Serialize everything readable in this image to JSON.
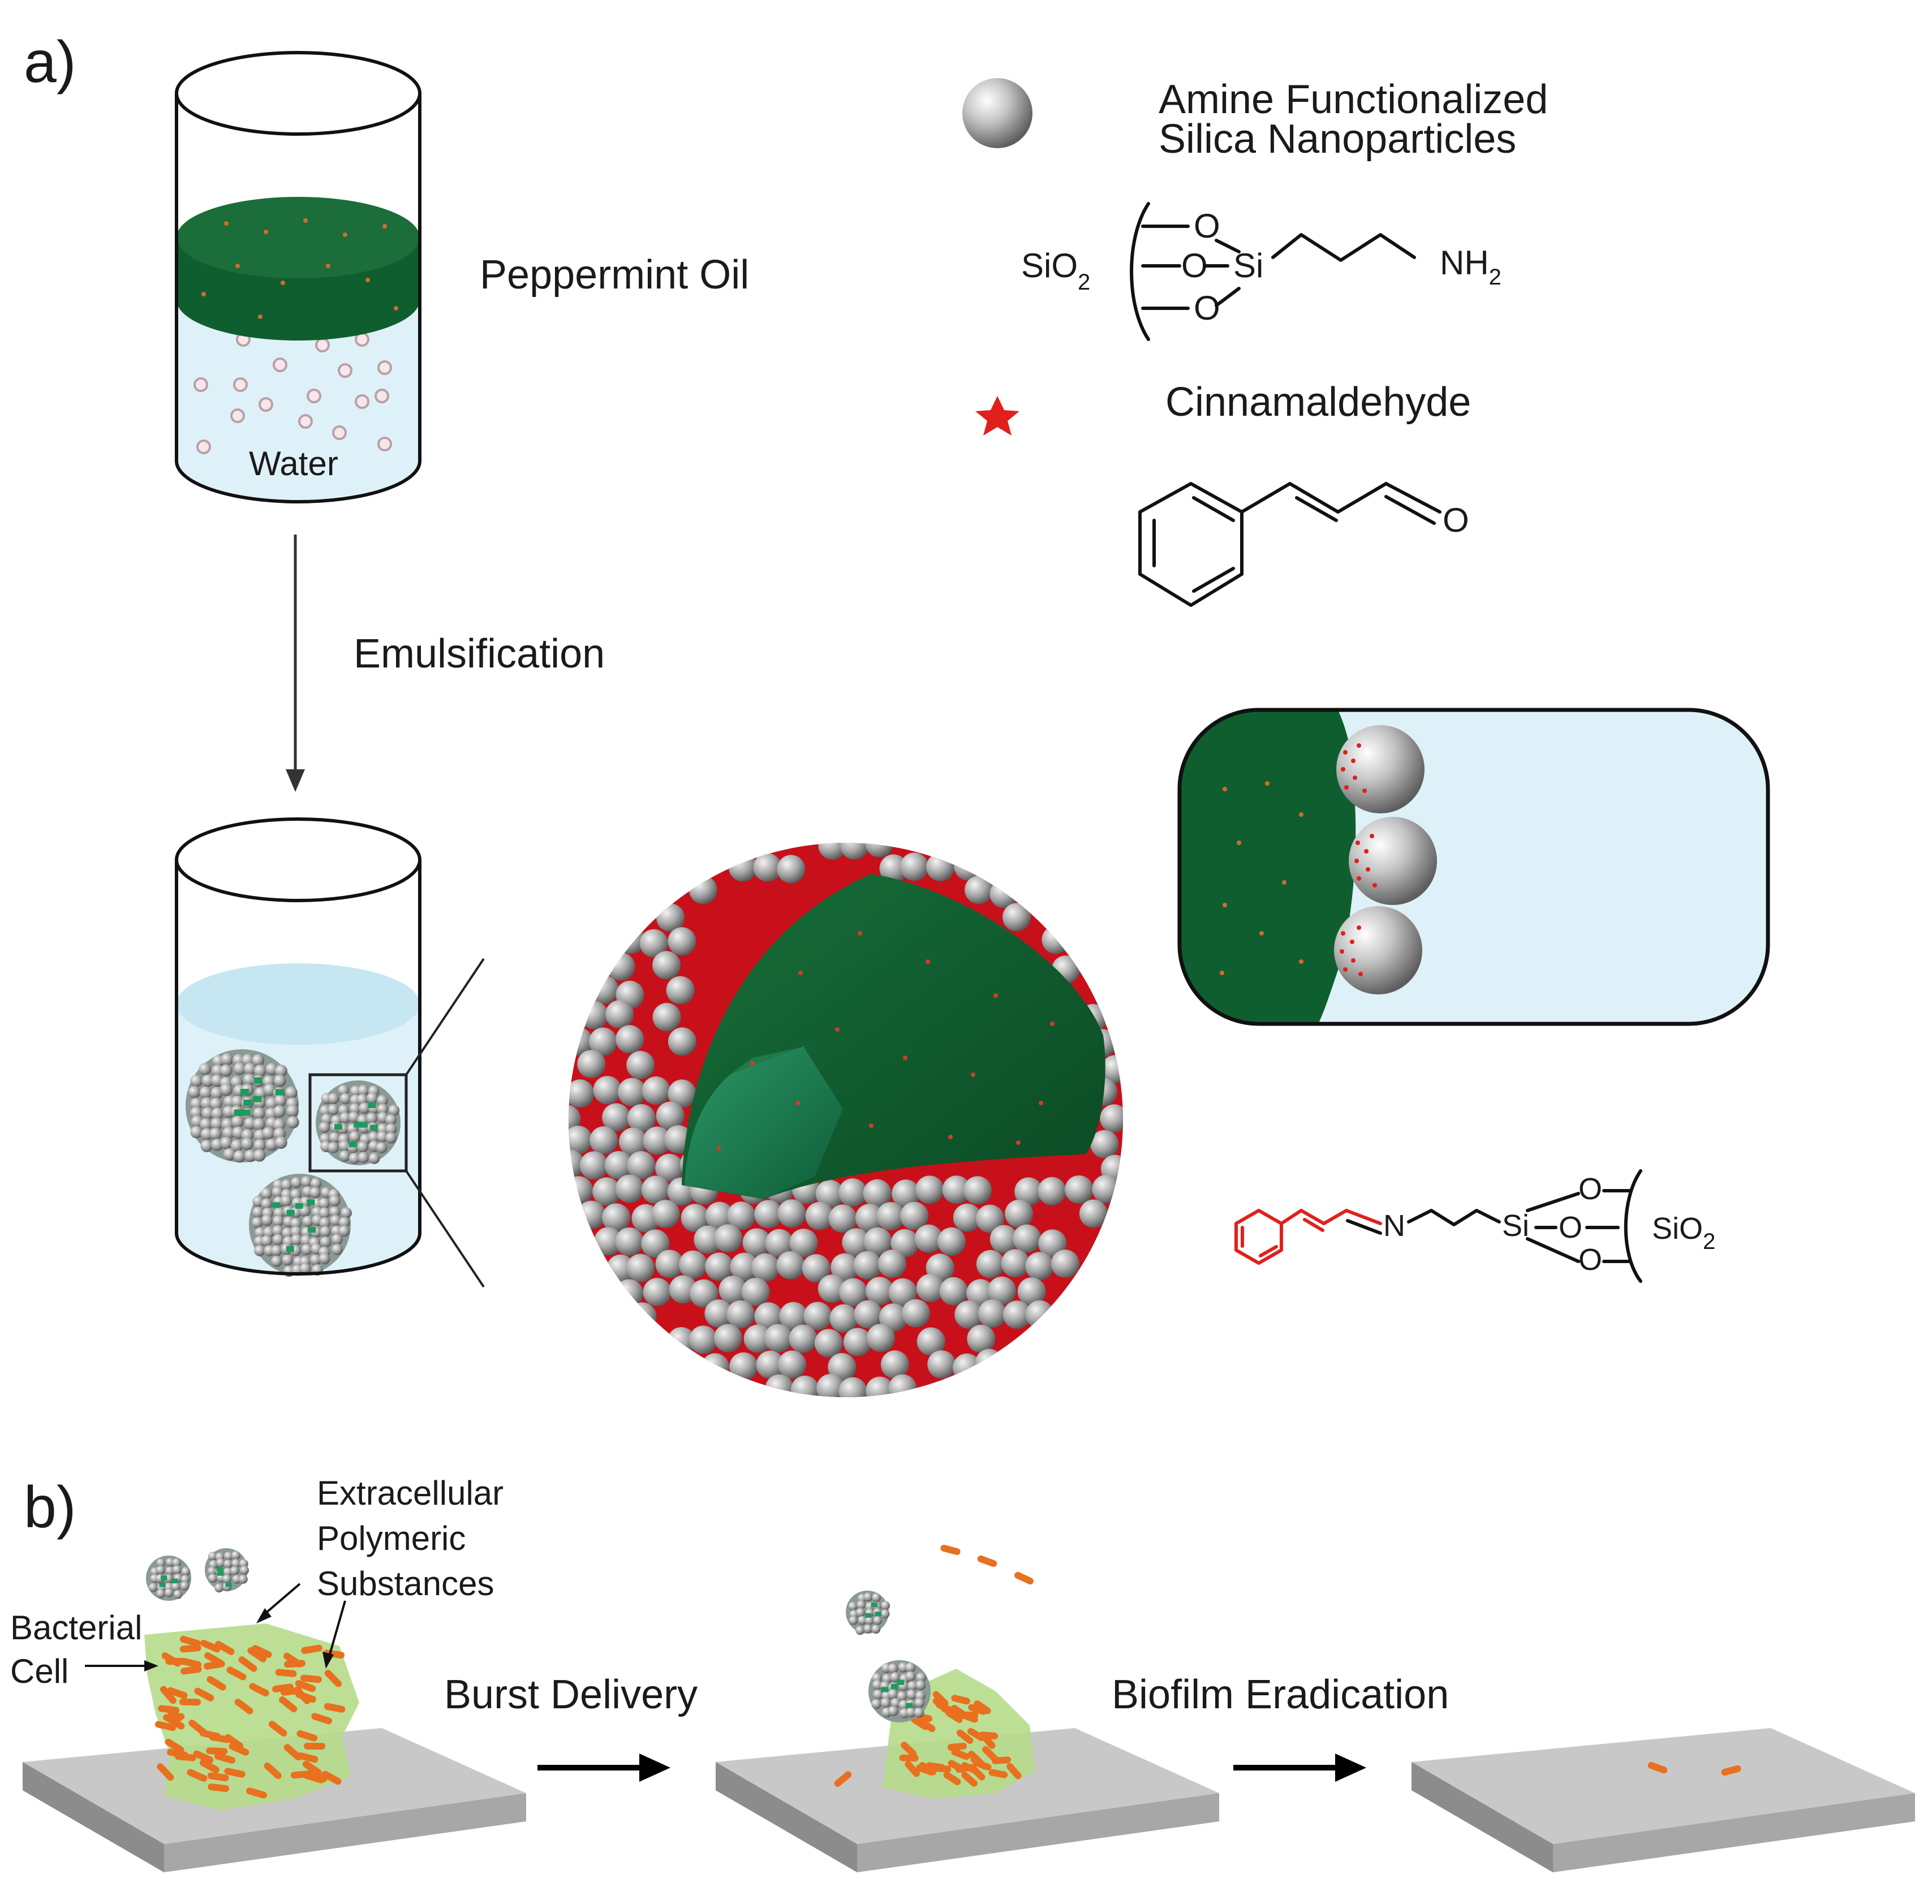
{
  "panel_a": {
    "label": "a)",
    "beaker1": {
      "oil_label": "Peppermint Oil",
      "water_label": "Water"
    },
    "step_label": "Emulsification",
    "legend": {
      "nanoparticle_label_line1": "Amine Functionalized",
      "nanoparticle_label_line2": "Silica Nanoparticles",
      "amine_structure": {
        "si": "Si",
        "o": "O",
        "sio2_main": "SiO",
        "sio2_sub": "2",
        "nh2_main": "NH",
        "nh2_sub": "2"
      },
      "cinnamaldehyde_label": "Cinnamaldehyde",
      "cinnamaldehyde_structure": {
        "o": "O"
      }
    },
    "imine_structure": {
      "n": "N",
      "si": "Si",
      "o": "O",
      "sio2_main": "SiO",
      "sio2_sub": "2"
    }
  },
  "panel_b": {
    "label": "b)",
    "eps_line1": "Extracellular",
    "eps_line2": "Polymeric",
    "eps_line3": "Substances",
    "cell_line1": "Bacterial",
    "cell_line2": "Cell",
    "step1_label": "Burst Delivery",
    "step2_label": "Biofilm Eradication"
  },
  "colors": {
    "oil_green": "#0f5e2f",
    "water_blue": "#dff1f8",
    "shell_red": "#c8101a",
    "biofilm_green": "#b5dc8a",
    "bacteria_orange": "#e8701f",
    "surface_gray": "#c8c8c8"
  }
}
